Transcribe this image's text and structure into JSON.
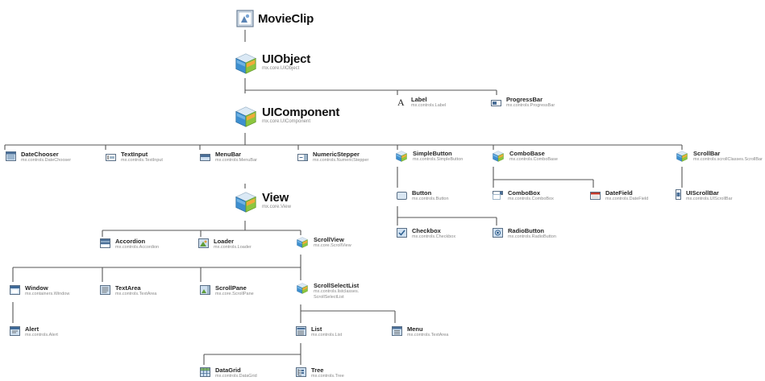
{
  "nodes": [
    {
      "id": "movieclip",
      "name": "MovieClip",
      "pkg": "",
      "icon": "movieclip",
      "big": true
    },
    {
      "id": "uiobject",
      "name": "UIObject",
      "pkg": "mx.core.UIObject",
      "icon": "cube",
      "big": true
    },
    {
      "id": "label",
      "name": "Label",
      "pkg": "mx.controls.Label",
      "icon": "letter-a"
    },
    {
      "id": "progressbar",
      "name": "ProgressBar",
      "pkg": "mx.controls.ProgressBar",
      "icon": "progressbar"
    },
    {
      "id": "uicomponent",
      "name": "UIComponent",
      "pkg": "mx.core.UIComponent",
      "icon": "cube",
      "big": true
    },
    {
      "id": "datechooser",
      "name": "DateChooser",
      "pkg": "mx.controls.DateChooser",
      "icon": "calendar"
    },
    {
      "id": "textinput",
      "name": "TextInput",
      "pkg": "mx.controls.TextInput",
      "icon": "textinput"
    },
    {
      "id": "menubar",
      "name": "MenuBar",
      "pkg": "mx.controls.MenuBar",
      "icon": "menubar"
    },
    {
      "id": "numericstepper",
      "name": "NumericStepper",
      "pkg": "mx.controls.NumericStepper",
      "icon": "stepper"
    },
    {
      "id": "simplebutton",
      "name": "SimpleButton",
      "pkg": "mx.controls.SimpleButton",
      "icon": "cube"
    },
    {
      "id": "combobase",
      "name": "ComboBase",
      "pkg": "mx.controls.ComboBase",
      "icon": "cube"
    },
    {
      "id": "scrollbar",
      "name": "ScrollBar",
      "pkg": "mx.controls.scrollClasses.ScrollBar",
      "icon": "cube"
    },
    {
      "id": "button",
      "name": "Button",
      "pkg": "mx.controls.Button",
      "icon": "button"
    },
    {
      "id": "combobox",
      "name": "ComboBox",
      "pkg": "mx.controls.ComboBox",
      "icon": "combobox"
    },
    {
      "id": "datefield",
      "name": "DateField",
      "pkg": "mx.controls.DateField",
      "icon": "datefield"
    },
    {
      "id": "uiscrollbar",
      "name": "UIScrollBar",
      "pkg": "mx.controls.UIScrollBar",
      "icon": "uiscrollbar"
    },
    {
      "id": "checkbox",
      "name": "Checkbox",
      "pkg": "mx.controls.Checkbox",
      "icon": "checkbox"
    },
    {
      "id": "radiobutton",
      "name": "RadioButton",
      "pkg": "mx.controls.RadioButton",
      "icon": "radiobutton"
    },
    {
      "id": "view",
      "name": "View",
      "pkg": "mx.core.View",
      "icon": "cube",
      "big": true
    },
    {
      "id": "accordion",
      "name": "Accordion",
      "pkg": "mx.controls.Accordion",
      "icon": "accordion"
    },
    {
      "id": "loader",
      "name": "Loader",
      "pkg": "mx.controls.Loader",
      "icon": "loader"
    },
    {
      "id": "scrollview",
      "name": "ScrollView",
      "pkg": "mx.core.ScrollView",
      "icon": "cube"
    },
    {
      "id": "window",
      "name": "Window",
      "pkg": "mx.containers.Window",
      "icon": "window"
    },
    {
      "id": "textarea",
      "name": "TextArea",
      "pkg": "mx.controls.TextArea",
      "icon": "textarea"
    },
    {
      "id": "scrollpane",
      "name": "ScrollPane",
      "pkg": "mx.core.ScrollPane",
      "icon": "scrollpane"
    },
    {
      "id": "scrollselectlist",
      "name": "ScrollSelectList",
      "pkg": "mx.controls.listclasses.\nScrollSelectList",
      "icon": "cube"
    },
    {
      "id": "alert",
      "name": "Alert",
      "pkg": "mx.controls.Alert",
      "icon": "alert"
    },
    {
      "id": "list",
      "name": "List",
      "pkg": "mx.controls.List",
      "icon": "list"
    },
    {
      "id": "menu",
      "name": "Menu",
      "pkg": "mx.controls.TextArea",
      "icon": "menu"
    },
    {
      "id": "datagrid",
      "name": "DataGrid",
      "pkg": "mx.controls.DataGrid",
      "icon": "datagrid"
    },
    {
      "id": "tree",
      "name": "Tree",
      "pkg": "mx.controls.Tree",
      "icon": "tree"
    }
  ],
  "colors": {
    "line": "#555555",
    "cube_blue": "#3d8fd0",
    "cube_green": "#8cc63f",
    "cube_orange": "#f2a93b",
    "icon_frame": "#5a6f86",
    "icon_fill": "#cfe0f0"
  }
}
